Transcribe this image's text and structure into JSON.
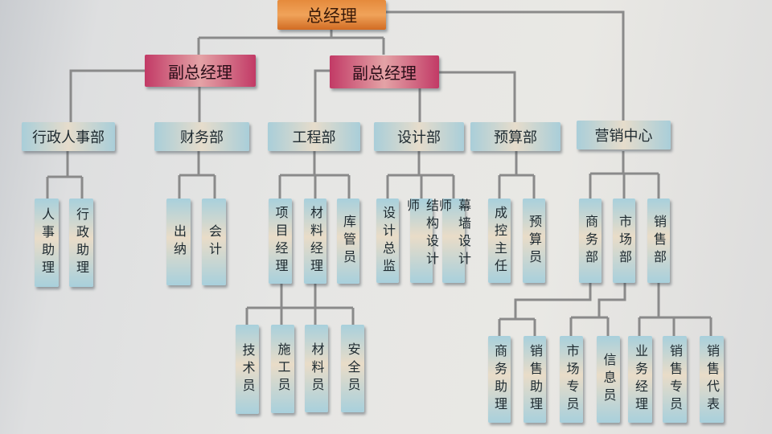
{
  "general_manager": "总经理",
  "vice_managers": [
    "副总经理",
    "副总经理"
  ],
  "departments": [
    "行政人事部",
    "财务部",
    "工程部",
    "设计部",
    "预算部",
    "营销中心"
  ],
  "admin_hr": [
    "人事助理",
    "行政助理"
  ],
  "finance": [
    "出纳",
    "会计"
  ],
  "engineering": [
    "项目经理",
    "材料经理",
    "库管员"
  ],
  "engineering_staff": [
    "技术员",
    "施工员",
    "材料员",
    "安全员"
  ],
  "design": [
    "设计总监",
    "结构设计师",
    "幕墙设计师"
  ],
  "budget": [
    "成控主任",
    "预算员"
  ],
  "marketing": [
    "商务部",
    "市场部",
    "销售部"
  ],
  "business_staff": [
    "商务助理",
    "销售助理"
  ],
  "market_staff": [
    "市场专员",
    "信息员"
  ],
  "sales_staff": [
    "业务经理",
    "销售专员",
    "销售代表"
  ],
  "colors": {
    "gm": "#e58a3c",
    "vp": "#c23a66",
    "dept": "#a9ced9",
    "line": "#8a8a8a"
  }
}
